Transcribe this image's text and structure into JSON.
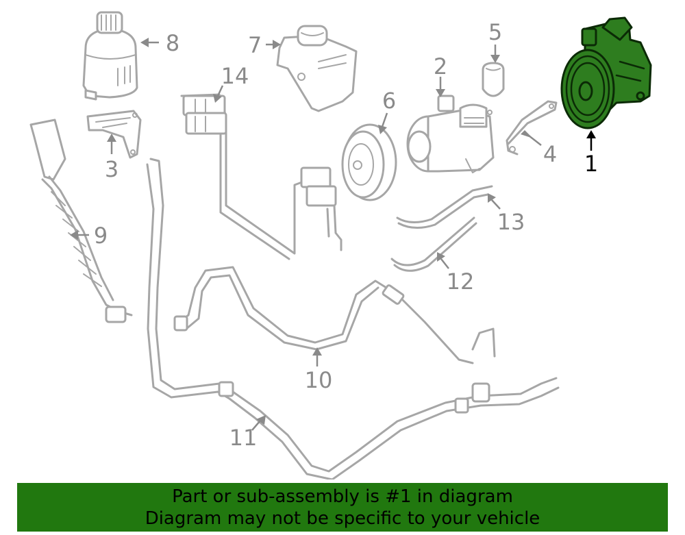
{
  "diagram": {
    "highlighted_part": "1",
    "callouts": [
      {
        "id": "1",
        "label": "1"
      },
      {
        "id": "2",
        "label": "2"
      },
      {
        "id": "3",
        "label": "3"
      },
      {
        "id": "4",
        "label": "4"
      },
      {
        "id": "5",
        "label": "5"
      },
      {
        "id": "6",
        "label": "6"
      },
      {
        "id": "7",
        "label": "7"
      },
      {
        "id": "8",
        "label": "8"
      },
      {
        "id": "9",
        "label": "9"
      },
      {
        "id": "10",
        "label": "10"
      },
      {
        "id": "11",
        "label": "11"
      },
      {
        "id": "12",
        "label": "12"
      },
      {
        "id": "13",
        "label": "13"
      },
      {
        "id": "14",
        "label": "14"
      }
    ],
    "colors": {
      "highlight_fill": "#2e7d1f",
      "part_stroke": "#a6a6a6",
      "callout_text": "#8a8a8a",
      "banner_background": "#21780f"
    }
  },
  "banner": {
    "line1": "Part or sub-assembly is #1 in diagram",
    "line2": "Diagram may not be specific to your vehicle"
  }
}
